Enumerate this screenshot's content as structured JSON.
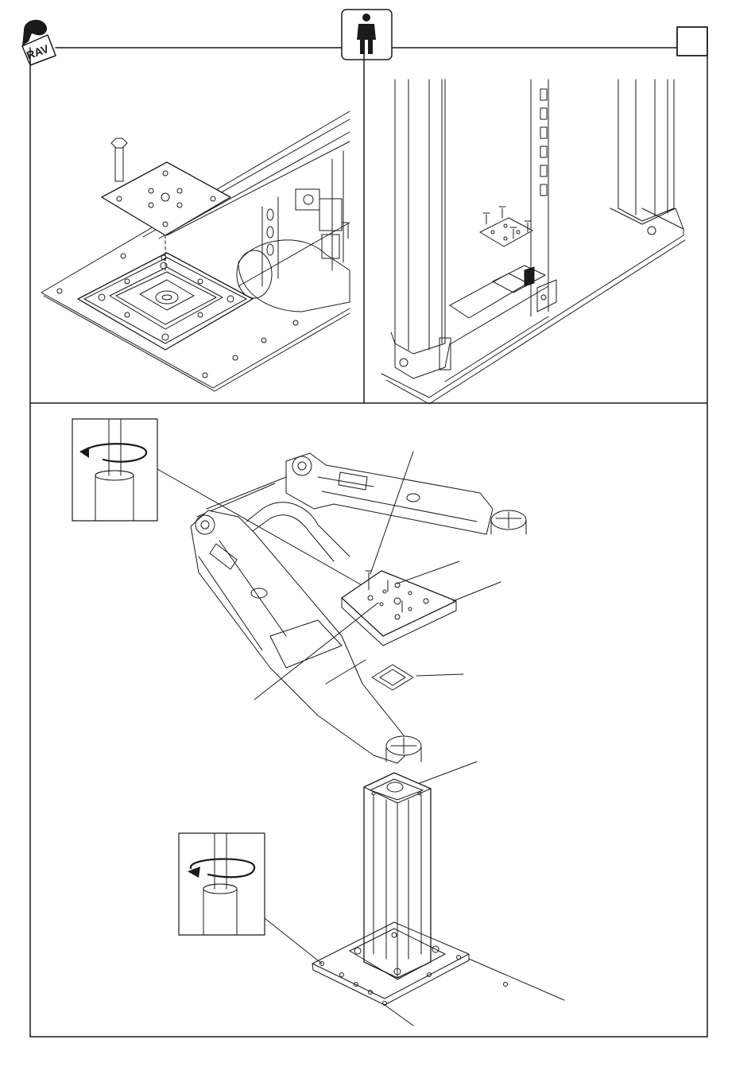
{
  "header": {
    "logo_text": "RAV",
    "operator_icon": "person-operator-icon",
    "box_label": ""
  },
  "panels": {
    "top_left": {
      "subject": "column-base-plate-with-bolt"
    },
    "top_right": {
      "subject": "lift-columns-with-base"
    },
    "bottom": {
      "subject": "lift-arm-assembly-on-column"
    }
  },
  "detail_insets": {
    "upper": {
      "icon": "rotate-clockwise-icon"
    },
    "lower": {
      "icon": "rotate-counterclockwise-icon"
    }
  },
  "colors": {
    "line": "#1a1a1a",
    "background": "#ffffff"
  }
}
